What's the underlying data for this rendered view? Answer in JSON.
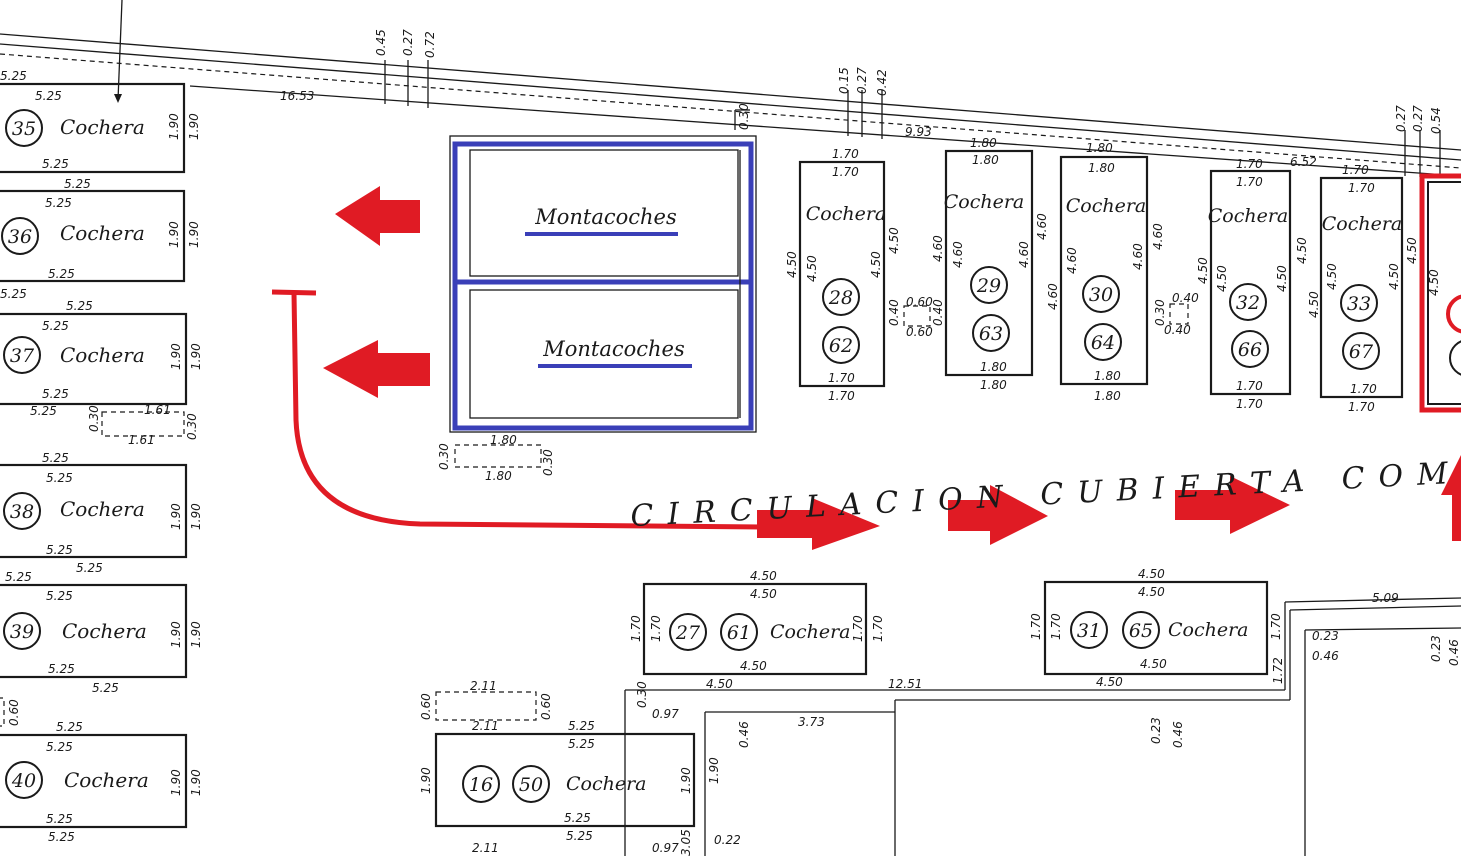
{
  "labels": {
    "cochera": "Cochera",
    "montacoches": "Montacoches",
    "circulacion": "CIRCULACION CUBIERTA COMUN"
  },
  "colors": {
    "lift_outline": "#3a3fb8",
    "arrows": "#e01b24",
    "highlight": "#e01b24"
  },
  "spaces": {
    "s35": "35",
    "s36": "36",
    "s37": "37",
    "s38": "38",
    "s39": "39",
    "s40": "40",
    "s28": "28",
    "s62": "62",
    "s29": "29",
    "s63": "63",
    "s30": "30",
    "s64": "64",
    "s32": "32",
    "s66": "66",
    "s33": "33",
    "s67": "67",
    "s27": "27",
    "s61": "61",
    "s31": "31",
    "s65": "65",
    "s16": "16",
    "s50": "50"
  },
  "dims": {
    "d525": "5.25",
    "d190": "1.90",
    "d170": "1.70",
    "d180": "1.80",
    "d450": "4.50",
    "d460": "4.60",
    "d1653": "16.53",
    "d993": "9.93",
    "d652": "6.52",
    "d509": "5.09",
    "d1251": "12.51",
    "d373": "3.73",
    "d030": "0.30",
    "d045": "0.45",
    "d027": "0.27",
    "d072": "0.72",
    "d015": "0.15",
    "d042": "0.42",
    "d054": "0.54",
    "d060": "0.60",
    "d040": "0.40",
    "d161": "1.61",
    "d211": "2.11",
    "d023": "0.23",
    "d046": "0.46",
    "d097": "0.97",
    "d022": "0.22",
    "d305": "3.05",
    "d172": "1.72"
  }
}
